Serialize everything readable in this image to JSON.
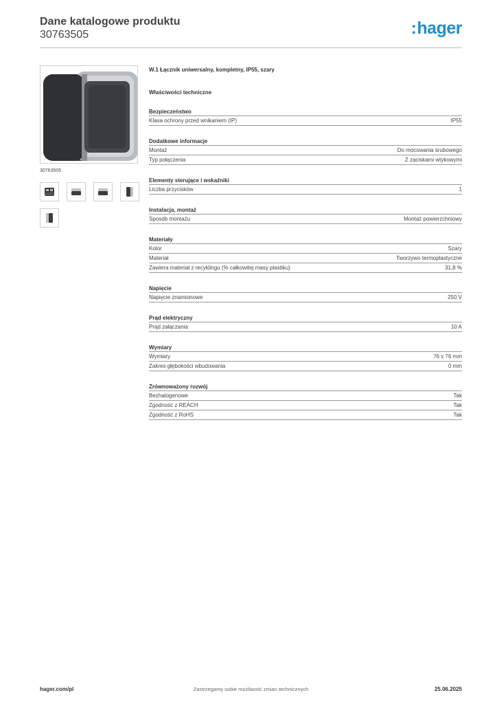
{
  "header": {
    "title": "Dane katalogowe produktu",
    "number": "30763505",
    "logo_text": "hager",
    "logo_color": "#1f8ec8"
  },
  "left": {
    "image_caption": "30763505",
    "thumbnails": [
      "switch-front-icon",
      "switch-top-icon",
      "switch-top-icon",
      "switch-side-icon",
      "switch-side-icon"
    ]
  },
  "product": {
    "name": "W.1 Łącznik uniwersalny, kompletny, IP55, szary",
    "section_title": "Właściwości techniczne"
  },
  "groups": [
    {
      "title": "Bezpieczeństwo",
      "rows": [
        {
          "label": "Klasa ochrony przed wnikaniem (IP)",
          "value": "IP55"
        }
      ]
    },
    {
      "title": "Dodatkowe informacje",
      "rows": [
        {
          "label": "Montaż",
          "value": "Do mocowania śrubowego"
        },
        {
          "label": "Typ połączenia",
          "value": "Z  zaciskami wtykowymi"
        }
      ]
    },
    {
      "title": "Elementy sterujące i wskaźniki",
      "rows": [
        {
          "label": "Liczba przycisków",
          "value": "1"
        }
      ]
    },
    {
      "title": "Instalacja, montaż",
      "rows": [
        {
          "label": "Sposób montażu",
          "value": "Montaż powierzchniowy"
        }
      ]
    },
    {
      "title": "Materiały",
      "rows": [
        {
          "label": "Kolor",
          "value": "Szary"
        },
        {
          "label": "Materiał",
          "value": "Tworzywo termoplastyczne"
        },
        {
          "label": "Zawiera materiał z recyklingu (% całkowitej masy plastiku)",
          "value": "31,8 %"
        }
      ]
    },
    {
      "title": "Napięcie",
      "rows": [
        {
          "label": "Napięcie znamionowe",
          "value": "250 V"
        }
      ]
    },
    {
      "title": "Prąd elektryczny",
      "rows": [
        {
          "label": "Prąd załączania",
          "value": "10 A"
        }
      ]
    },
    {
      "title": "Wymiary",
      "rows": [
        {
          "label": "Wymiary",
          "value": "76 x 76 mm"
        },
        {
          "label": "Zakres głębokości wbudowania",
          "value": "0 mm"
        }
      ]
    },
    {
      "title": "Zrównoważony rozwój",
      "rows": [
        {
          "label": "Bezhalogenowe",
          "value": "Tak"
        },
        {
          "label": "Zgodność z REACH",
          "value": "Tak"
        },
        {
          "label": "Zgodność z RoHS",
          "value": "Tak"
        }
      ]
    }
  ],
  "footer": {
    "left": "hager.com/pl",
    "center": "Zastrzegamy sobie możliwość zmian technicznych",
    "right": "25.06.2025"
  }
}
